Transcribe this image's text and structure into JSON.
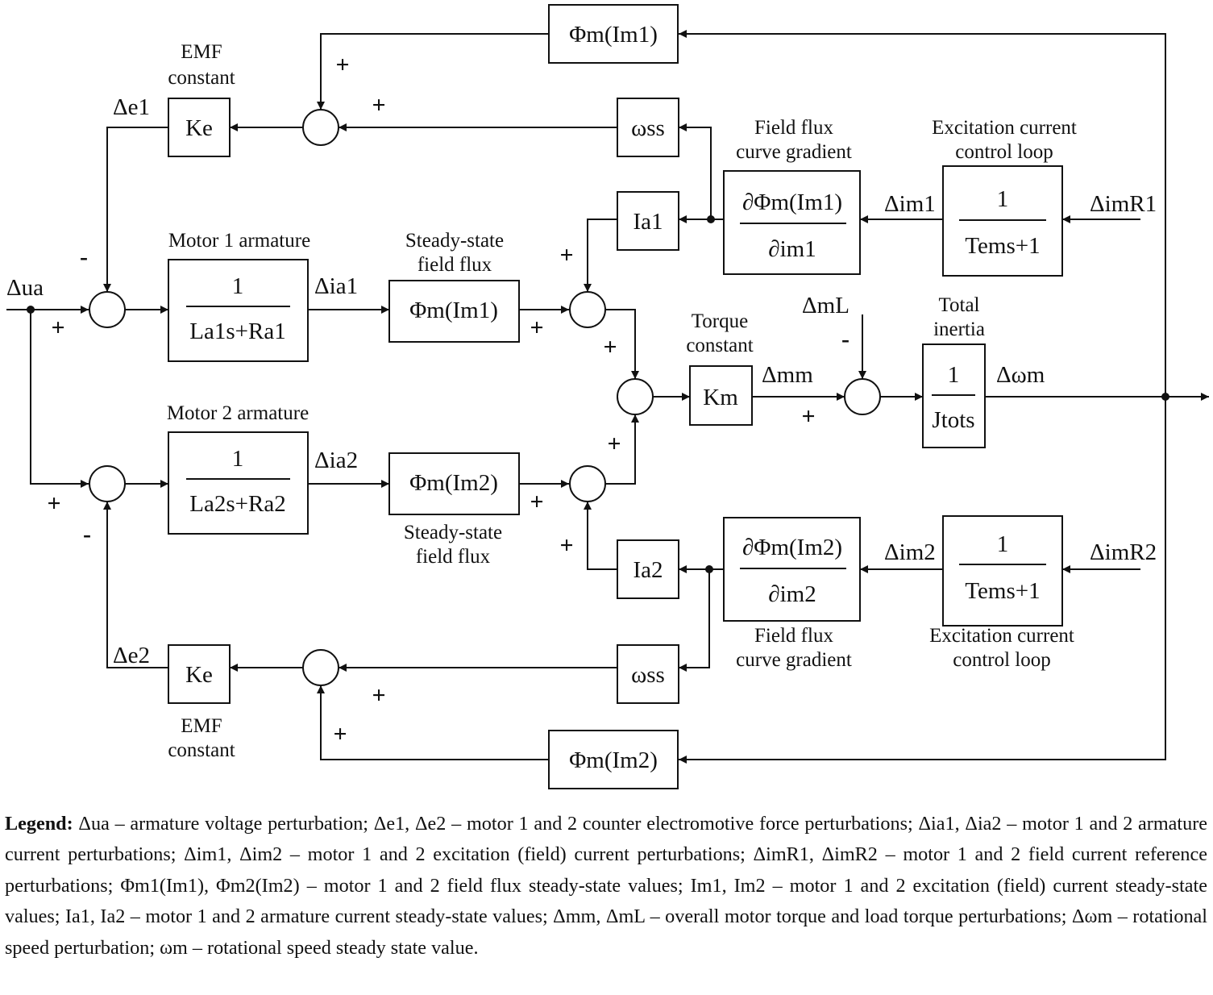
{
  "blocks": {
    "phi_m1_top": "Φm(Im1)",
    "phi_m2_bottom": "Φm(Im2)",
    "ke_top": "Ke",
    "ke_bottom": "Ke",
    "omega_ss_top": "ωss",
    "omega_ss_bottom": "ωss",
    "ia1": "Ia1",
    "ia2": "Ia2",
    "km": "Km",
    "motor1_tf": {
      "num": "1",
      "den": "La1s+Ra1"
    },
    "motor2_tf": {
      "num": "1",
      "den": "La2s+Ra2"
    },
    "phi_m1_ss": "Φm(Im1)",
    "phi_m2_ss": "Φm(Im2)",
    "grad1": {
      "num": "∂Φm(Im1)",
      "den": "∂im1"
    },
    "grad2": {
      "num": "∂Φm(Im2)",
      "den": "∂im2"
    },
    "exc1": {
      "num": "1",
      "den": "Tems+1"
    },
    "exc2": {
      "num": "1",
      "den": "Tems+1"
    },
    "inertia": {
      "num": "1",
      "den": "Jtots"
    }
  },
  "captions": {
    "emf_const_top": [
      "EMF",
      "constant"
    ],
    "emf_const_bottom": [
      "EMF",
      "constant"
    ],
    "motor1_armature": "Motor 1 armature",
    "motor2_armature": "Motor 2 armature",
    "ss_flux_top": [
      "Steady-state",
      "field flux"
    ],
    "ss_flux_bottom": [
      "Steady-state",
      "field flux"
    ],
    "flux_gradient_top": [
      "Field flux",
      "curve gradient"
    ],
    "flux_gradient_bottom": [
      "Field flux",
      "curve gradient"
    ],
    "exc_loop_top": [
      "Excitation current",
      "control loop"
    ],
    "exc_loop_bottom": [
      "Excitation current",
      "control loop"
    ],
    "torque_constant": [
      "Torque",
      "constant"
    ],
    "total_inertia": [
      "Total",
      "inertia"
    ]
  },
  "signals": {
    "du_a": "Δua",
    "de1": "Δe1",
    "de2": "Δe2",
    "dia1": "Δia1",
    "dia2": "Δia2",
    "dim1": "Δim1",
    "dim2": "Δim2",
    "dimr1": "ΔimR1",
    "dimr2": "ΔimR2",
    "dmm": "Δmm",
    "dml": "ΔmL",
    "domega": "Δωm"
  },
  "signs": {
    "plus": "+",
    "minus": "-"
  },
  "legend": {
    "heading": "Legend:",
    "text": "Δua – armature voltage perturbation; Δe1, Δe2 – motor 1 and 2 counter electromotive force perturbations; Δia1, Δia2 – motor 1 and 2 armature current perturbations; Δim1, Δim2 – motor 1 and 2 excitation (field) current perturbations; ΔimR1, ΔimR2 – motor 1 and 2 field current reference perturbations; Φm1(Im1), Φm2(Im2) – motor 1 and 2 field flux steady-state values; Im1, Im2 – motor 1 and 2 excitation (field) current steady-state values; Ia1, Ia2 – motor 1 and 2 armature current steady-state values; Δmm, ΔmL – overall motor torque and load torque perturbations; Δωm – rotational speed perturbation; ωm – rotational speed steady state value."
  }
}
